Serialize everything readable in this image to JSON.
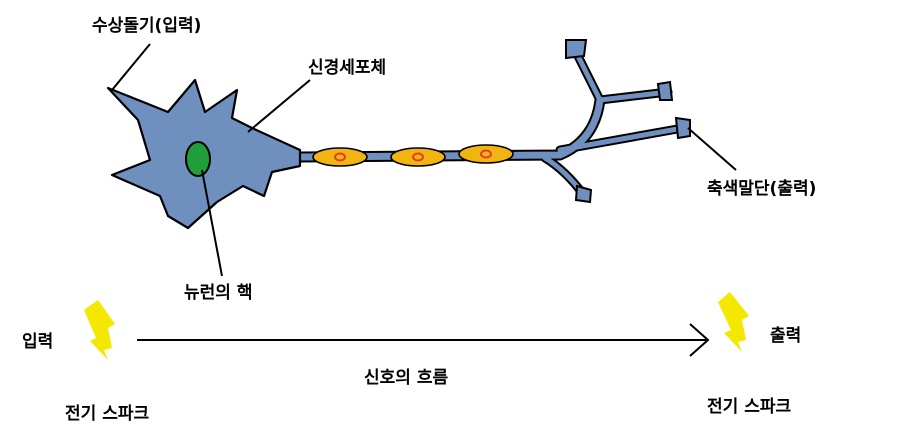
{
  "labels": {
    "dendrite": "수상돌기(입력)",
    "cell_body": "신경세포체",
    "axon_terminal": "축색말단(출력)",
    "nucleus": "뉴런의 핵",
    "input": "입력",
    "output": "출력",
    "signal_flow": "신호의 흐름",
    "spike_left": "전기 스파크",
    "spike_right": "전기 스파크"
  },
  "colors": {
    "neuron_body": "#6f8fbf",
    "outline": "#000000",
    "nucleus": "#1f9e3a",
    "myelin": "#f2b411",
    "node": "#e0402a",
    "lightning": "#f5e800"
  }
}
